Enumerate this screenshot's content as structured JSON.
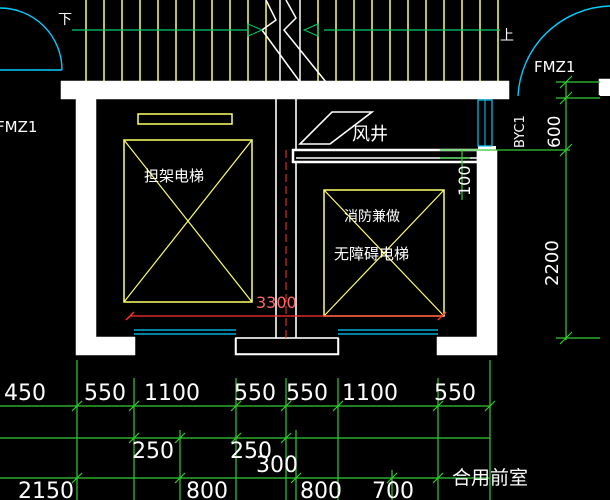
{
  "colors": {
    "background": "#000000",
    "wall": "#ffffff",
    "stair": "#ffff66",
    "elevator": "#ffff66",
    "dim_green": "#33cc33",
    "dim_text": "#ffffff",
    "red": "#ff3333",
    "cyan": "#00ffff",
    "door": "#00ccff"
  },
  "labels": {
    "stair_down": "下",
    "stair_up": "上",
    "door_right": "FMZ1",
    "door_left": "FMZ1",
    "vent_code": "BYC1",
    "shaft": "风井",
    "stretcher_elevator": "担架电梯",
    "fire_elevator_line1": "消防兼做",
    "fire_elevator_line2": "无障碍电梯",
    "span": "3300",
    "vert_top": "600",
    "vert_mid": "100",
    "vert_main": "2200",
    "shared_anteroom": "合用前室"
  },
  "dims": {
    "row1": [
      "450",
      "550",
      "1100",
      "550",
      "550",
      "1100",
      "550"
    ],
    "row2": [
      "250",
      "250",
      "300"
    ],
    "row3": [
      "2150",
      "800",
      "800",
      "700"
    ]
  }
}
